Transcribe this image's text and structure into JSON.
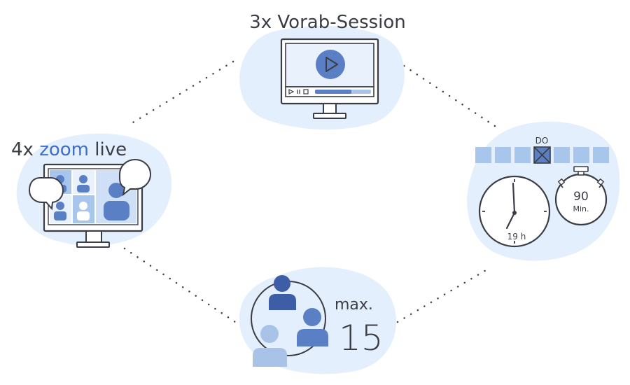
{
  "labels": {
    "top": "3x Vorab-Session",
    "left_prefix": "4x",
    "left_brand": "zoom",
    "left_suffix": "live",
    "calendar_day": "DO",
    "clock_label": "19 h",
    "timer_value": "90",
    "timer_unit": "Min.",
    "group_prefix": "max.",
    "group_number": "15"
  },
  "colors": {
    "blob": "#e3effc",
    "stroke": "#3a3d45",
    "accent": "#5b7fc4",
    "accent_dark": "#3d5ea6",
    "accent_light": "#a9c3e8",
    "tile": "#a8c6ec",
    "zoom_brand": "#3d6fc7"
  },
  "icons": [
    "monitor-play-icon",
    "video-call-icon",
    "calendar-icon",
    "clock-icon",
    "stopwatch-icon",
    "group-icon"
  ]
}
